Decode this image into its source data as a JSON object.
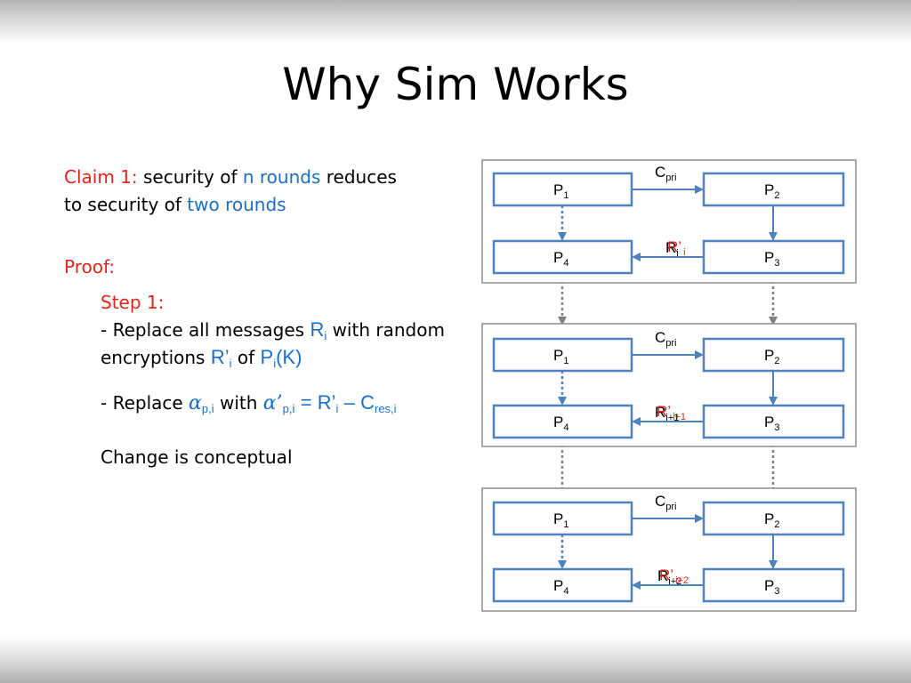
{
  "slide": {
    "title": "Why Sim Works"
  },
  "claim": {
    "label": "Claim 1:",
    "text_a": "security of",
    "highlight_a": "n rounds",
    "text_b": "reduces",
    "text_c": "to security of",
    "highlight_b": "two rounds"
  },
  "proof": {
    "label": "Proof:",
    "step_label": "Step 1:",
    "line1_a": "- Replace all messages",
    "line1_R": "R",
    "line1_Rsub": "i",
    "line1_b": "with random",
    "line2_a": "encryptions",
    "line2_R": "R’",
    "line2_Rsub": "i",
    "line2_of": "of",
    "line2_P": "P",
    "line2_Psub": "i",
    "line2_K": "(K)",
    "line3_a": "- Replace",
    "alpha": "α",
    "line3_alpha_sub": "p,i",
    "line3_with": "with",
    "alpha_prime": "α’",
    "line3_alpha_prime_sub": "p,i",
    "line3_eq": "= R’",
    "line3_eq_sub": "i",
    "line3_minus": "– C",
    "line3_C_sub": "res,i",
    "line4": "Change is conceptual"
  },
  "diagram": {
    "colors": {
      "box_stroke": "#4f81bd",
      "frame_stroke": "#8c8c8c",
      "dotted": "#808080",
      "red": "#e0261b"
    },
    "blocks": [
      {
        "c_label": "C",
        "c_sub": "pri",
        "r_black": "R",
        "r_red": "R’",
        "r_sub": "i",
        "r_red_sub": "i",
        "p1": "P",
        "p1s": "1",
        "p2": "P",
        "p2s": "2",
        "p3": "P",
        "p3s": "3",
        "p4": "P",
        "p4s": "4"
      },
      {
        "c_label": "C",
        "c_sub": "pri",
        "r_black": "R",
        "r_red": "R’",
        "r_sub": "i+1",
        "r_red_sub": "i+1",
        "p1": "P",
        "p1s": "1",
        "p2": "P",
        "p2s": "2",
        "p3": "P",
        "p3s": "3",
        "p4": "P",
        "p4s": "4"
      },
      {
        "c_label": "C",
        "c_sub": "pri",
        "r_black": "R",
        "r_red": "R’",
        "r_sub": "i+2",
        "r_red_sub": "i+2",
        "p1": "P",
        "p1s": "1",
        "p2": "P",
        "p2s": "2",
        "p3": "P",
        "p3s": "3",
        "p4": "P",
        "p4s": "4"
      }
    ]
  }
}
